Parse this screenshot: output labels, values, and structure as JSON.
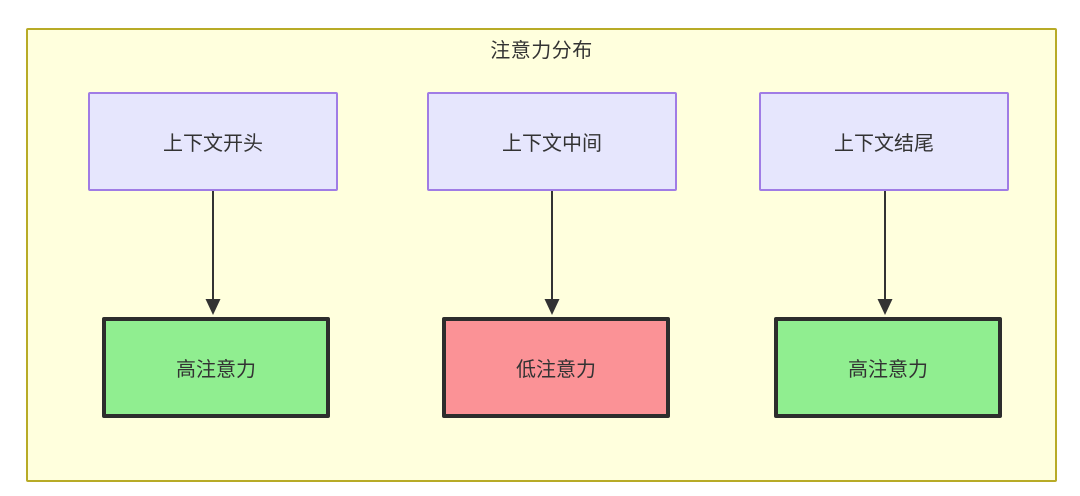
{
  "diagram": {
    "title": "注意力分布",
    "container": {
      "fill": "#ffffdd",
      "stroke": "#b8ab26"
    },
    "context_nodes": [
      {
        "id": "context-start",
        "label": "上下文开头",
        "fill": "#e6e6fd",
        "stroke": "#a07ce5"
      },
      {
        "id": "context-middle",
        "label": "上下文中间",
        "fill": "#e6e6fd",
        "stroke": "#a07ce5"
      },
      {
        "id": "context-end",
        "label": "上下文结尾",
        "fill": "#e6e6fd",
        "stroke": "#a07ce5"
      }
    ],
    "attention_nodes": [
      {
        "id": "attention-high-start",
        "label": "高注意力",
        "fill": "#90ee90",
        "stroke": "#2d2d2d"
      },
      {
        "id": "attention-low-middle",
        "label": "低注意力",
        "fill": "#fb9296",
        "stroke": "#2d2d2d"
      },
      {
        "id": "attention-high-end",
        "label": "高注意力",
        "fill": "#90ee90",
        "stroke": "#2d2d2d"
      }
    ],
    "edges": [
      {
        "from": "context-start",
        "to": "attention-high-start",
        "label": "",
        "stroke": "#333333",
        "arrowhead": "filled-triangle"
      },
      {
        "from": "context-middle",
        "to": "attention-low-middle",
        "label": "",
        "stroke": "#333333",
        "arrowhead": "filled-triangle"
      },
      {
        "from": "context-end",
        "to": "attention-high-end",
        "label": "",
        "stroke": "#333333",
        "arrowhead": "filled-triangle"
      }
    ]
  }
}
